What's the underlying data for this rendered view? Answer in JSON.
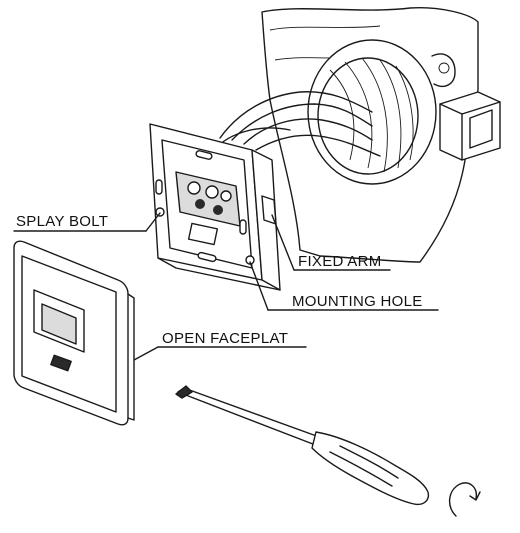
{
  "labels": {
    "splay_bolt": "SPLAY BOLT",
    "fixed_arm": "FIXED ARM",
    "mounting_hole": "MOUNTING HOLE",
    "open_faceplate": "OPEN FACEPLAT"
  },
  "colors": {
    "line": "#1a1a1a",
    "background": "#ffffff"
  },
  "icons": {
    "tool": "screwdriver-icon",
    "rotation": "rotate-arrow-icon"
  }
}
